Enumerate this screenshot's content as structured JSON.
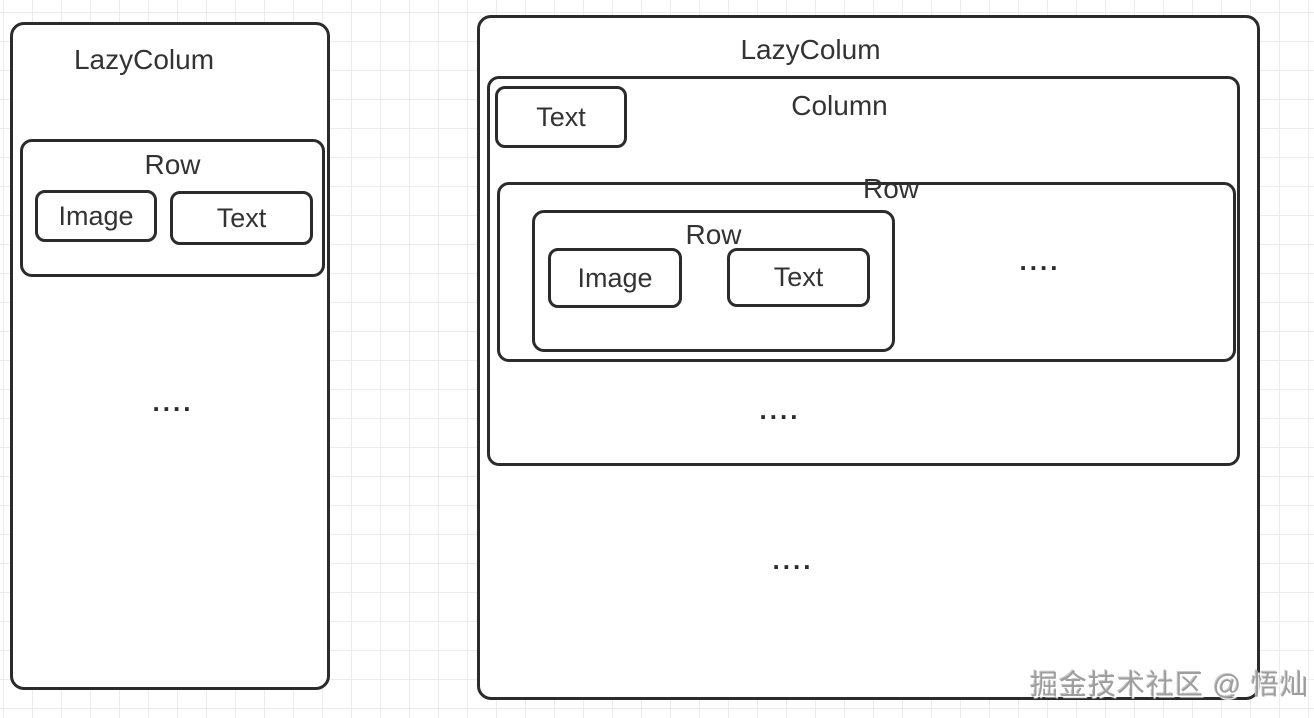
{
  "left_diagram": {
    "title": "LazyColum",
    "row": {
      "title": "Row",
      "image_label": "Image",
      "text_label": "Text"
    },
    "more_items": "...."
  },
  "right_diagram": {
    "title": "LazyColum",
    "column": {
      "title": "Column",
      "text_label": "Text",
      "outer_row": {
        "title": "Row",
        "inner_row": {
          "title": "Row",
          "image_label": "Image",
          "text_label": "Text"
        },
        "more_items": "...."
      },
      "more_items": "...."
    },
    "more_items": "...."
  },
  "watermark": "掘金技术社区 @ 悟灿"
}
